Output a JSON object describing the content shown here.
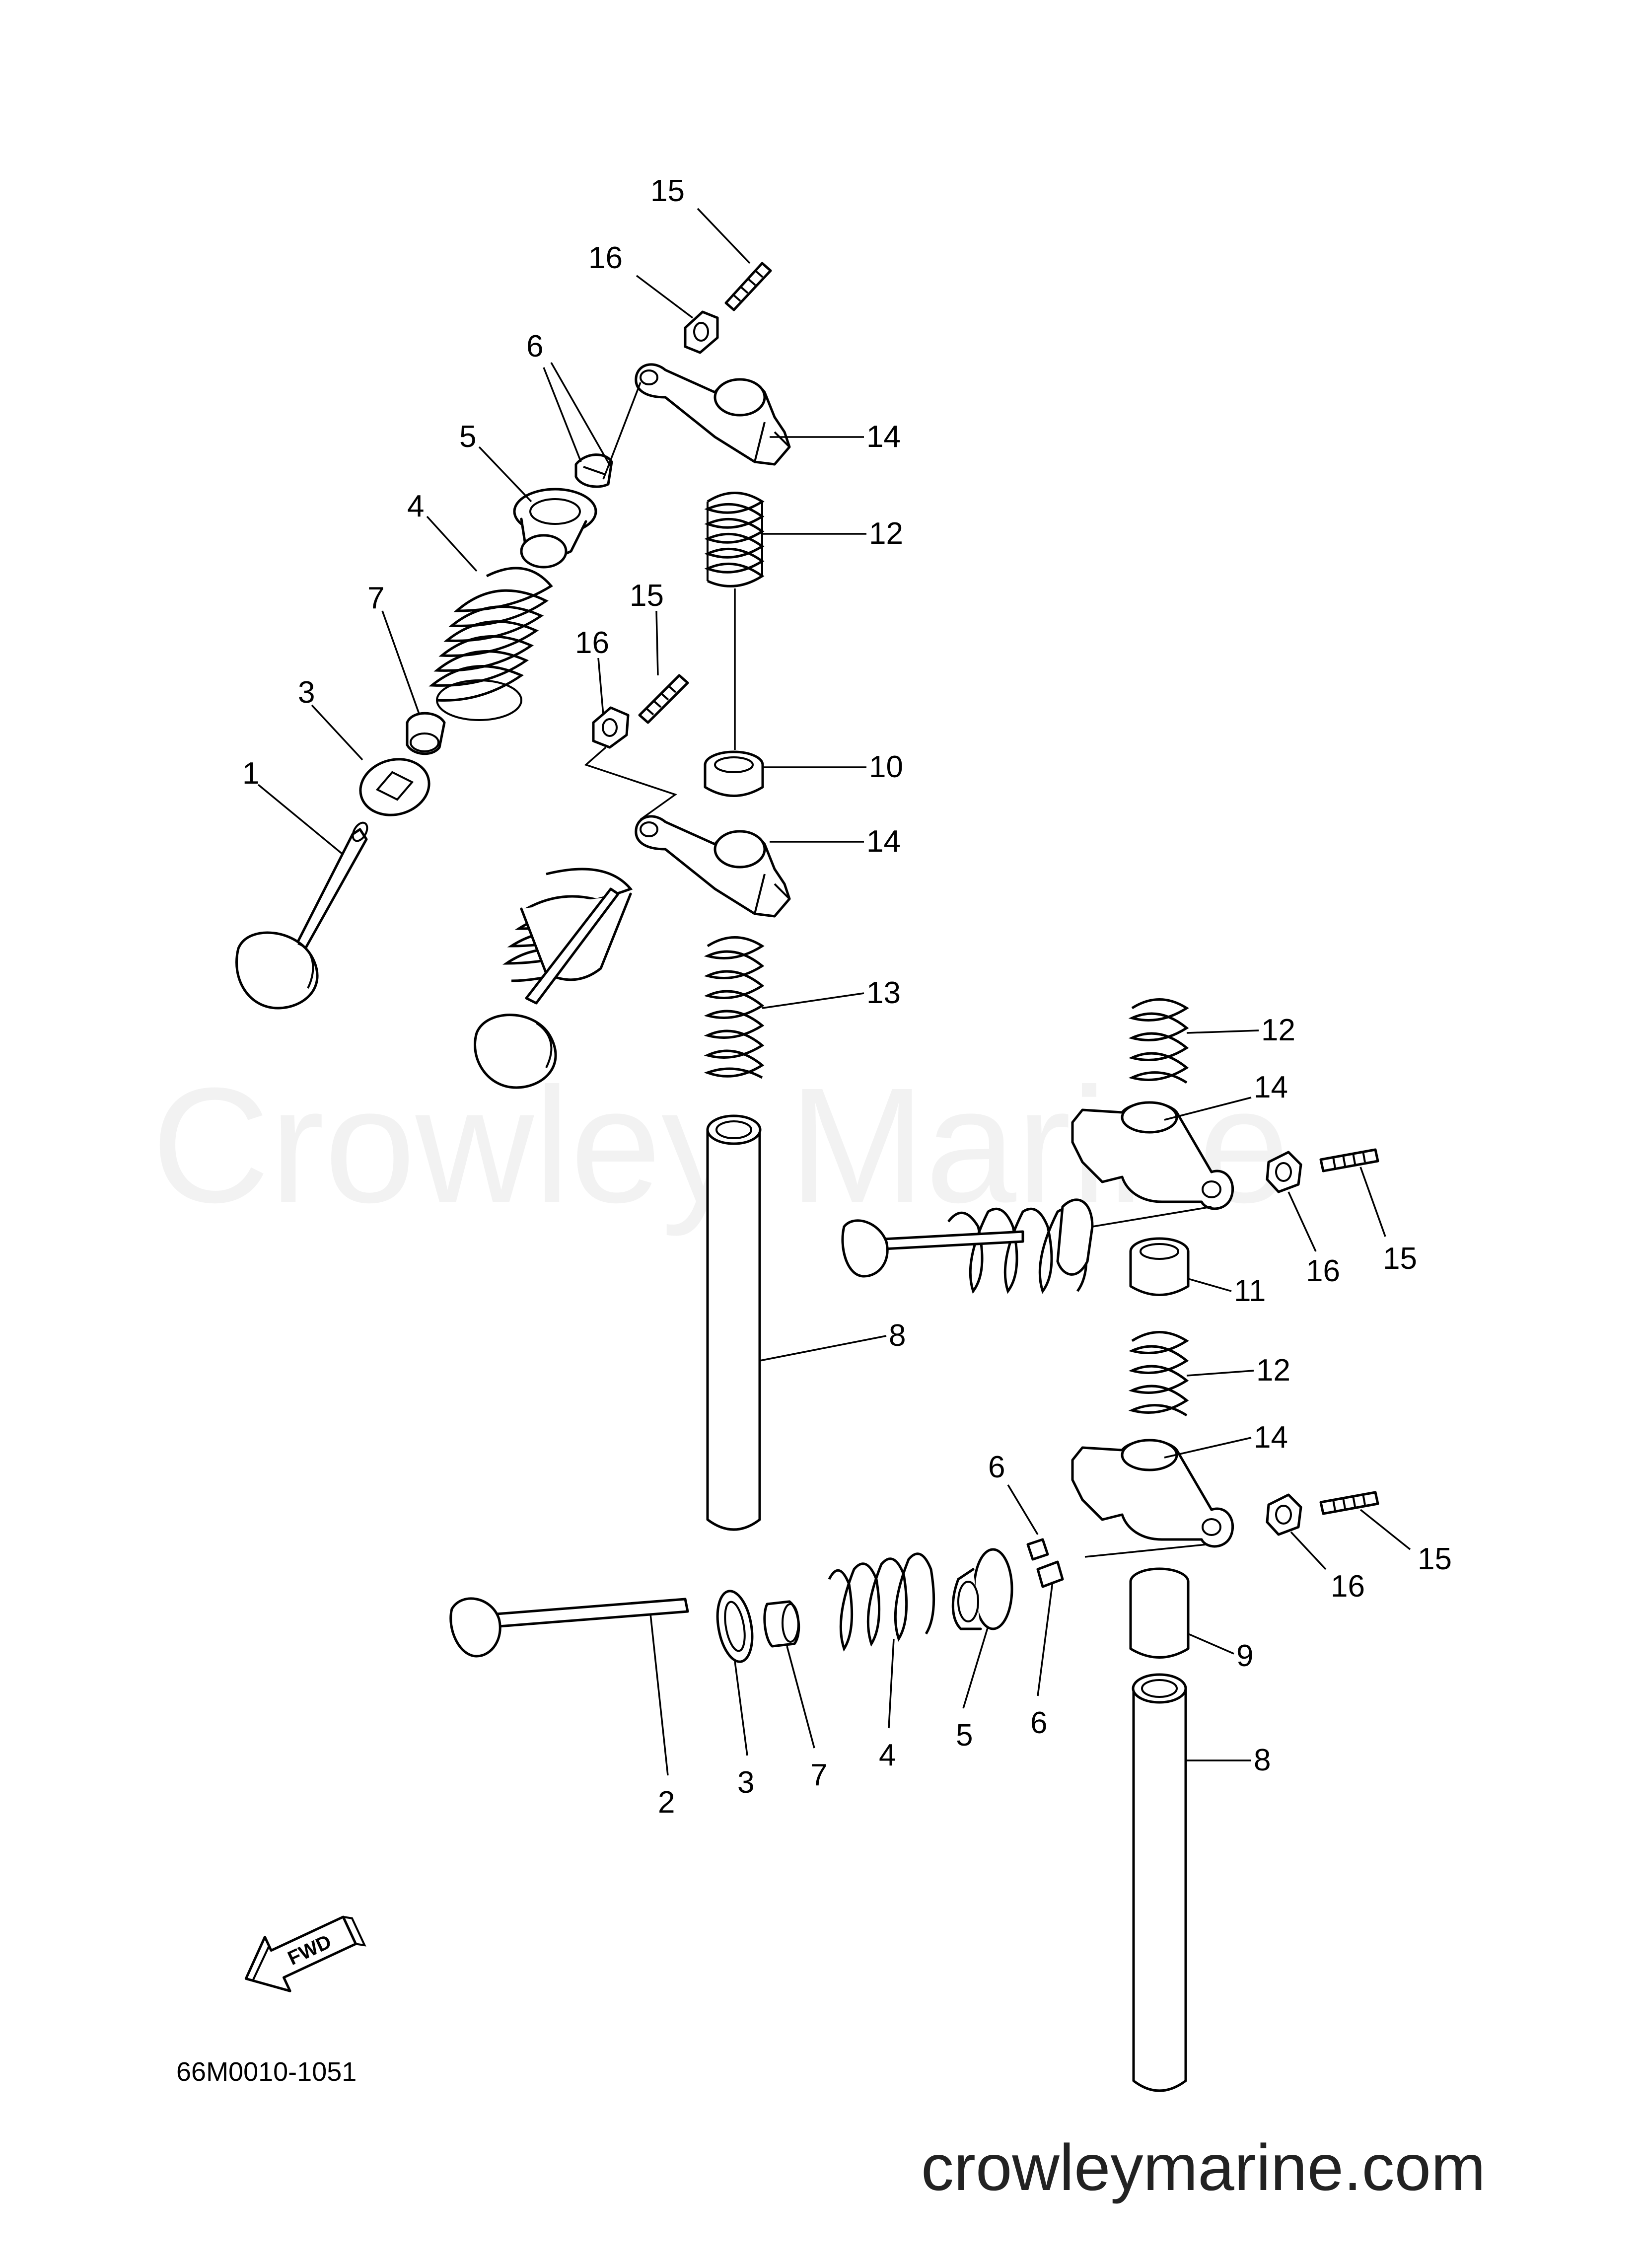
{
  "watermark": "Crowley Marine",
  "site": "crowleymarine.com",
  "diagram_code": "66M0010-1051",
  "fwd_label": "FWD",
  "callouts": [
    "15",
    "16",
    "6",
    "5",
    "4",
    "14",
    "12",
    "7",
    "3",
    "1",
    "15",
    "16",
    "10",
    "14",
    "13",
    "12",
    "14",
    "16",
    "15",
    "8",
    "11",
    "12",
    "14",
    "6",
    "15",
    "16",
    "9",
    "8",
    "2",
    "3",
    "7",
    "4",
    "5",
    "6"
  ],
  "icons": {
    "direction": "fwd-arrow-icon"
  }
}
